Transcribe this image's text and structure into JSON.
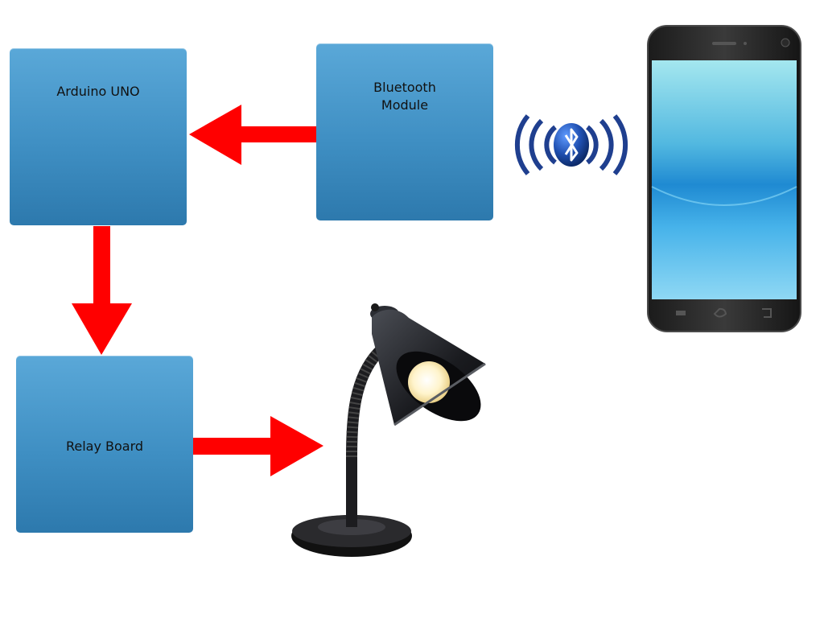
{
  "blocks": {
    "arduino": "Arduino UNO",
    "bluetooth": "Bluetooth\nModule",
    "relay": "Relay Board"
  },
  "colors": {
    "block": "#3f8fc3",
    "arrow": "#ff0000",
    "bluetooth_icon": "#1f4fb0"
  },
  "icons": [
    "bluetooth-signal-icon",
    "smartphone-icon",
    "desk-lamp-icon"
  ]
}
